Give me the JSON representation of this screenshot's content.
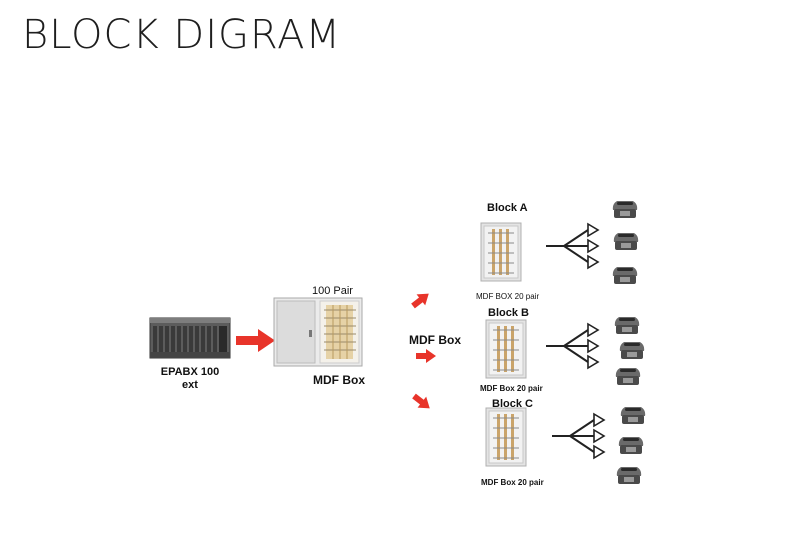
{
  "title": "BLOCK DIGRAM",
  "nodes": {
    "epabx": {
      "label_line1": "EPABX 100",
      "label_line2": "ext"
    },
    "mdf_main": {
      "top_label": "100 Pair",
      "label": "MDF Box"
    },
    "mdf_split": {
      "label": "MDF Box"
    },
    "block_a": {
      "title": "Block A",
      "caption": "MDF BOX 20 pair"
    },
    "block_b": {
      "title": "Block B",
      "caption": "MDF Box 20 pair"
    },
    "block_c": {
      "title": "Block C",
      "caption": "MDF Box 20 pair"
    }
  },
  "colors": {
    "arrow": "#e8342a",
    "line": "#222222"
  },
  "icons": [
    "pbx-rack-icon",
    "distribution-box-icon",
    "telephone-icon"
  ]
}
